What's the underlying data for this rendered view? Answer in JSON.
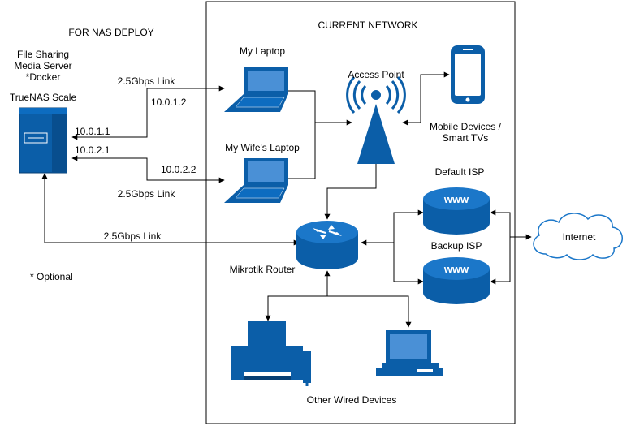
{
  "sections": {
    "nas_deploy": "FOR NAS DEPLOY",
    "current_network": "CURRENT NETWORK"
  },
  "nas": {
    "services_line1": "File Sharing",
    "services_line2": "Media Server",
    "services_line3": "*Docker",
    "name": "TrueNAS Scale",
    "ip_1": "10.0.1.1",
    "ip_2": "10.0.2.1"
  },
  "laptop_1": {
    "name": "My Laptop",
    "ip": "10.0.1.2",
    "link": "2.5Gbps Link"
  },
  "laptop_2": {
    "name": "My Wife's Laptop",
    "ip": "10.0.2.2",
    "link": "2.5Gbps Link"
  },
  "router_link": "2.5Gbps Link",
  "access_point": {
    "name": "Access Point"
  },
  "mobile": {
    "line1": "Mobile Devices /",
    "line2": "Smart TVs"
  },
  "router": {
    "name": "Mikrotik Router"
  },
  "isp_default": {
    "name": "Default ISP",
    "label": "www"
  },
  "isp_backup": {
    "name": "Backup ISP",
    "label": "www"
  },
  "internet": {
    "name": "Internet"
  },
  "wired": {
    "name": "Other Wired Devices"
  },
  "footnote": "* Optional",
  "colors": {
    "device_fill": "#0b5ea8",
    "device_dark": "#073f73",
    "screen_fill": "#4a90d6",
    "cloud_stroke": "#1b77c9"
  },
  "icons": [
    "server-icon",
    "laptop-icon",
    "access-point-icon",
    "smartphone-icon",
    "router-icon",
    "www-cylinder-icon",
    "cloud-icon",
    "printer-icon",
    "desktop-computer-icon"
  ]
}
